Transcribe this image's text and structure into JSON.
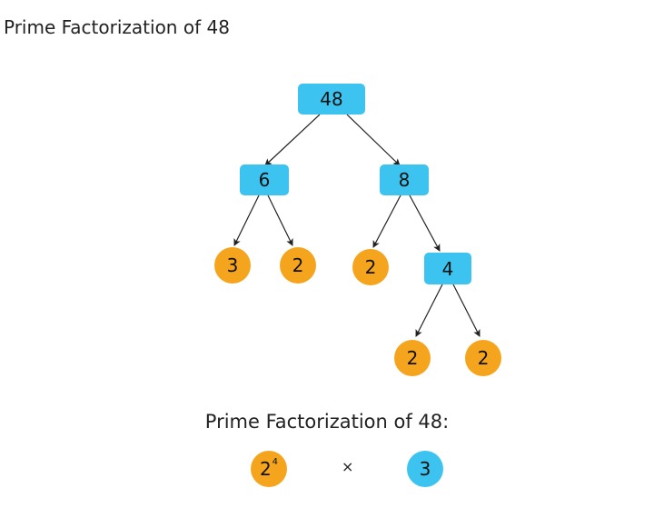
{
  "title": "Prime Factorization of 48",
  "nodes": {
    "n48": "48",
    "n6": "6",
    "n8": "8",
    "n3": "3",
    "n2a": "2",
    "n2b": "2",
    "n4": "4",
    "n2c": "2",
    "n2d": "2"
  },
  "result": {
    "label": "Prime Factorization of 48:",
    "base": "2",
    "exponent": "4",
    "operator": "×",
    "factor": "3"
  },
  "colors": {
    "composite": "#3cc3ef",
    "prime": "#f5a51d",
    "arrow": "#222222"
  }
}
